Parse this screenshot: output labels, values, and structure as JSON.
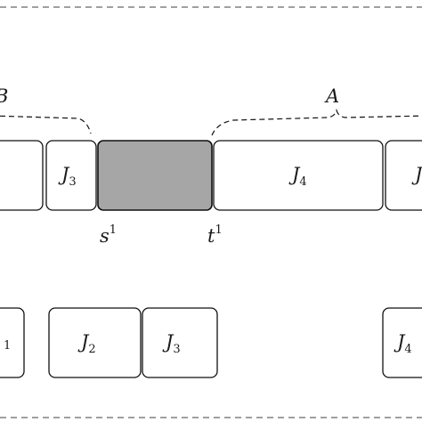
{
  "diagram": {
    "brace_labels": {
      "left": "B",
      "right": "A"
    },
    "top_row": {
      "j3": {
        "letter": "J",
        "index": "3"
      },
      "j4": {
        "letter": "J",
        "index": "4"
      },
      "partial_right": {
        "letter": "J"
      }
    },
    "markers": {
      "s": {
        "letter": "s",
        "sup": "1"
      },
      "t": {
        "letter": "t",
        "sup": "1"
      }
    },
    "bottom_row": {
      "partial_left": {
        "index": "1"
      },
      "j2": {
        "letter": "J",
        "index": "2"
      },
      "j3": {
        "letter": "J",
        "index": "3"
      },
      "j4": {
        "letter": "J",
        "index": "4"
      }
    },
    "colors": {
      "idle_gap": "#a6a6a6",
      "job": "#ffffff",
      "stroke": "#111111"
    }
  }
}
